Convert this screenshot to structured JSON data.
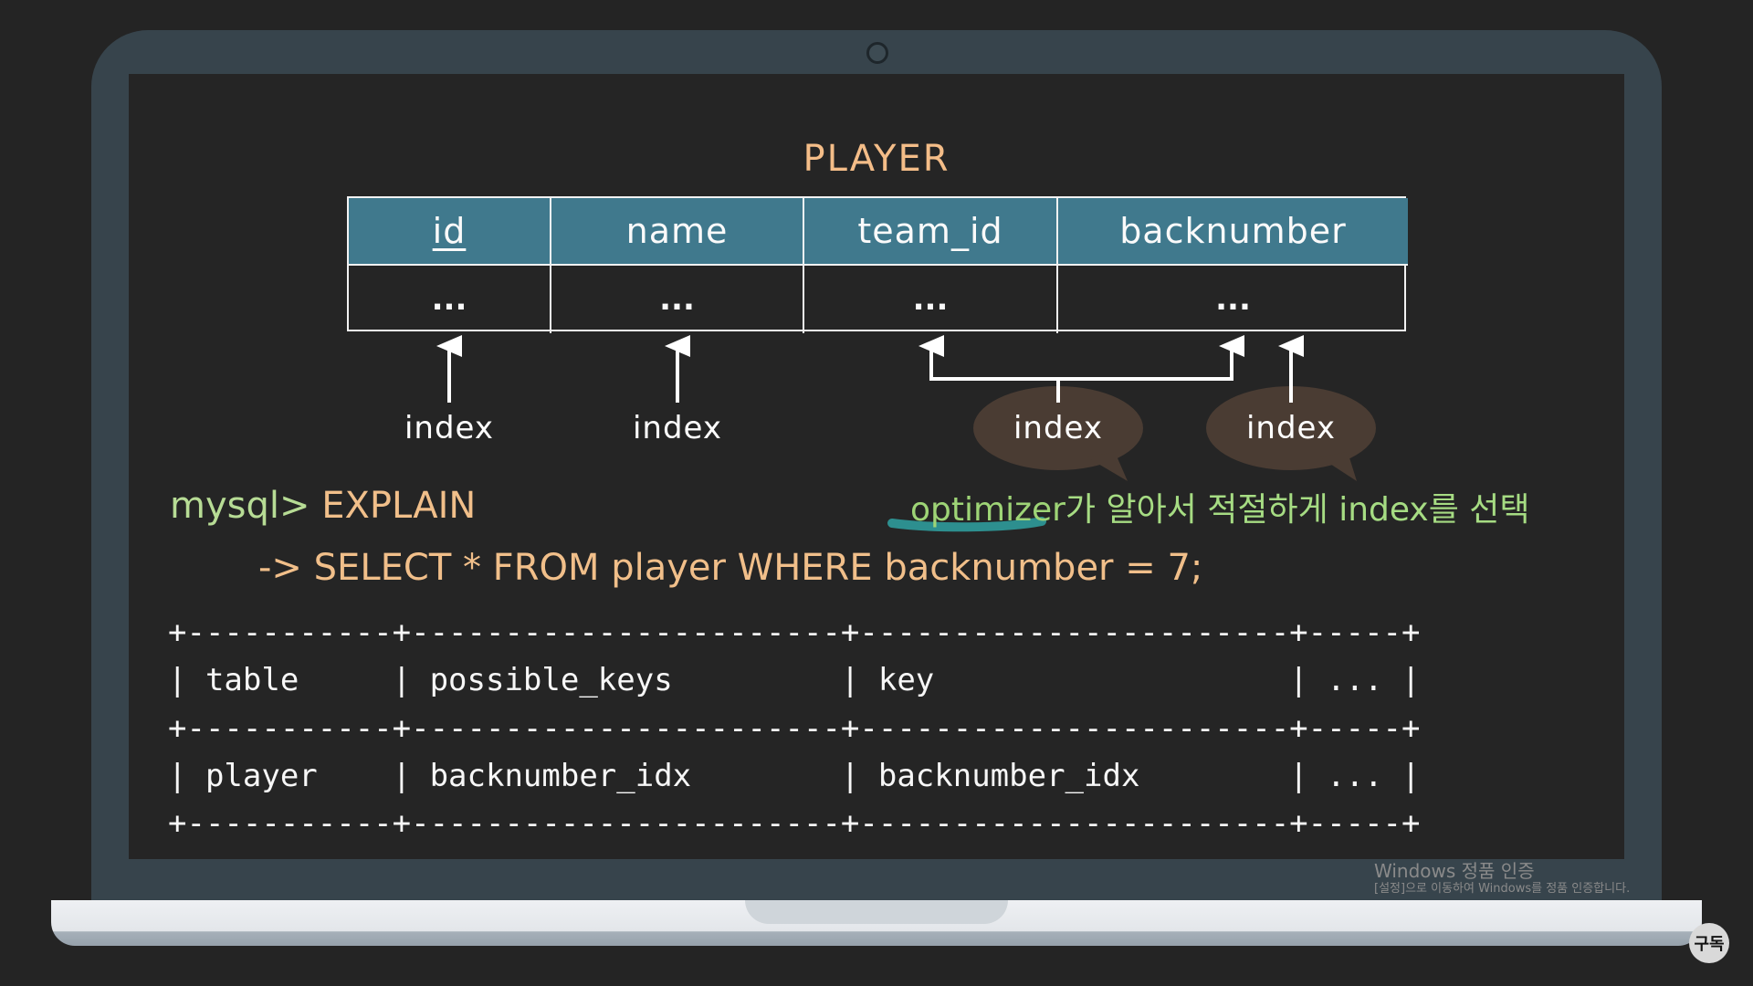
{
  "table": {
    "title": "PLAYER",
    "columns": [
      "id",
      "name",
      "team_id",
      "backnumber"
    ],
    "row": [
      "...",
      "...",
      "...",
      "..."
    ]
  },
  "indexes": {
    "label": "index"
  },
  "query": {
    "prompt": "mysql>",
    "keyword": "EXPLAIN",
    "statement": "-> SELECT * FROM player WHERE backnumber = 7;"
  },
  "annotation": {
    "highlight": "optimizer",
    "rest": "가 알아서 적절하게 index를 선택"
  },
  "explain_result": {
    "border": "+-----------+-----------------------+-----------------------+-----+",
    "header": "| table     | possible_keys         | key                   | ... |",
    "row": "| player    | backnumber_idx        | backnumber_idx        | ... |"
  },
  "watermark": {
    "title": "Windows 정품 인증",
    "subtitle": "[설정]으로 이동하여 Windows를 정품 인증합니다."
  },
  "subscribe": {
    "label": "구독"
  },
  "colors": {
    "header_bg": "#40798d",
    "title": "#f4bd88",
    "prompt": "#b7dc95",
    "annotation": "#a6dc83",
    "bubble": "#4a3c33",
    "highlight_stroke": "#2d8f8f"
  }
}
